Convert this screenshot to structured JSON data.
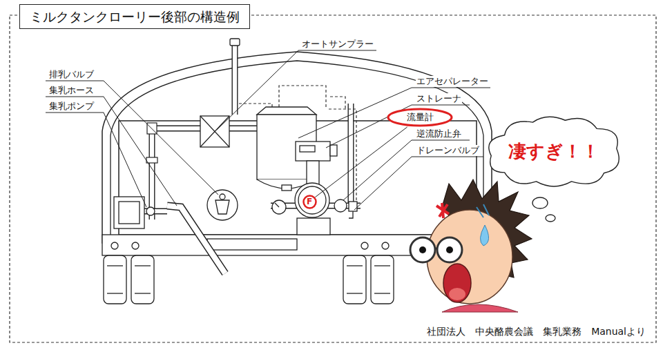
{
  "diagram": {
    "title": "ミルクタンクローリー後部の構造例",
    "caption": "社団法人　中央酪農会議　集乳業務　Manualより",
    "nodes": [
      {
        "text": [
          "流量計"
        ]
      },
      {
        "text": [
          "凄すぎ！！"
        ]
      },
      {
        "text": [
          "F"
        ]
      }
    ],
    "edges": [
      {
        "from": 0,
        "to": 2,
        "arrow": "none"
      }
    ],
    "labels": [
      "排乳バルブ",
      "集乳ホース",
      "集乳ポンプ",
      "オートサンプラー",
      "エアセパレーター",
      "ストレーナ",
      "逆流防止弁",
      "ドレーンバルブ"
    ]
  }
}
